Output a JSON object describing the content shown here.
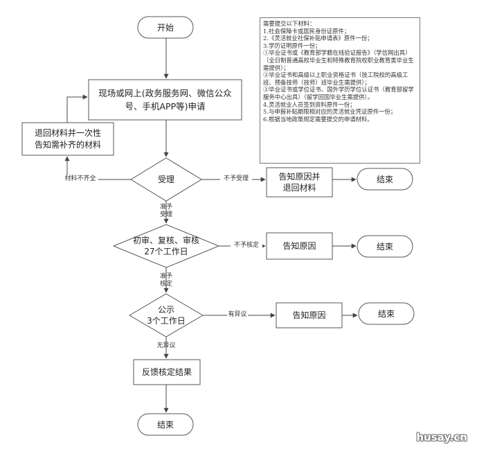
{
  "flowchart": {
    "start": "开始",
    "apply": [
      "现场或网上(政务服务网、微信公众",
      "号、手机APP等)申请"
    ],
    "return_materials": [
      "退回材料并一次性",
      "告知需补齐的材料"
    ],
    "accept": "受理",
    "notify_return": [
      "告知原因并",
      "退回材料"
    ],
    "end1": "结束",
    "review": [
      "初审、复核、审核",
      "27个工作日"
    ],
    "notify2": "告知原因",
    "end2": "结束",
    "publicize": [
      "公示",
      "3个工作日"
    ],
    "notify3": "告知原因",
    "end3": "结束",
    "feedback": "反馈核定结果",
    "end_final": "结束"
  },
  "edges": {
    "incomplete": "材料不齐全",
    "not_accepted": "不予受理",
    "accepted": [
      "准予",
      "受理"
    ],
    "not_approved": "不予核定",
    "approved": [
      "准予",
      "核定"
    ],
    "objection": "有异议",
    "no_objection": "无异议"
  },
  "notes": [
    "需要提交以下材料：",
    "1.社会保障卡或居民身份证原件；",
    "2.《灵活就业社保补贴申请表》原件一份；",
    "3.学历证明原件一份；",
    "①毕业证书或《教育部学籍在线验证报告》（学信网出具）（全日制普通高校毕业生和特殊教育院校职业教育类毕业生需提供）；",
    "②毕业证书和高级以上职业资格证书（技工院校的高级工班、预备技师（技师）班毕业生需提供）；",
    "③毕业证书或学位证书、国外学历学位认证书（教育部留学服务中心出具）（留学回国毕业生需提供）。",
    "4.灵活就业人员签到资料原件一份；",
    "5.与申报补贴期限相对应的灵活就业凭证原件一份；",
    "6.根据当地政策规定需要提交的申请材料。"
  ],
  "watermark": "husay.cn"
}
